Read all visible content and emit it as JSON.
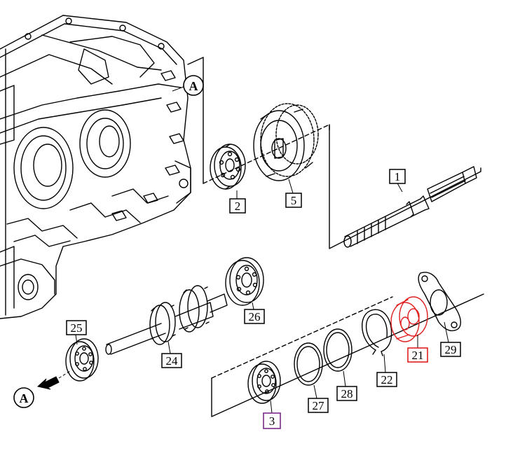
{
  "callouts": [
    {
      "id": "p1",
      "label": "1"
    },
    {
      "id": "p2",
      "label": "2"
    },
    {
      "id": "p3",
      "label": "3"
    },
    {
      "id": "p5",
      "label": "5"
    },
    {
      "id": "p21",
      "label": "21"
    },
    {
      "id": "p22",
      "label": "22"
    },
    {
      "id": "p24",
      "label": "24"
    },
    {
      "id": "p25",
      "label": "25"
    },
    {
      "id": "p26",
      "label": "26"
    },
    {
      "id": "p27",
      "label": "27"
    },
    {
      "id": "p28",
      "label": "28"
    },
    {
      "id": "p29",
      "label": "29"
    }
  ],
  "markers": [
    {
      "id": "markerTop",
      "label": "A"
    },
    {
      "id": "markerBottom",
      "label": "A"
    }
  ],
  "colors": {
    "line": "#000000",
    "highlight_red": "#e02020",
    "highlight_purple": "#7a2a8a"
  }
}
